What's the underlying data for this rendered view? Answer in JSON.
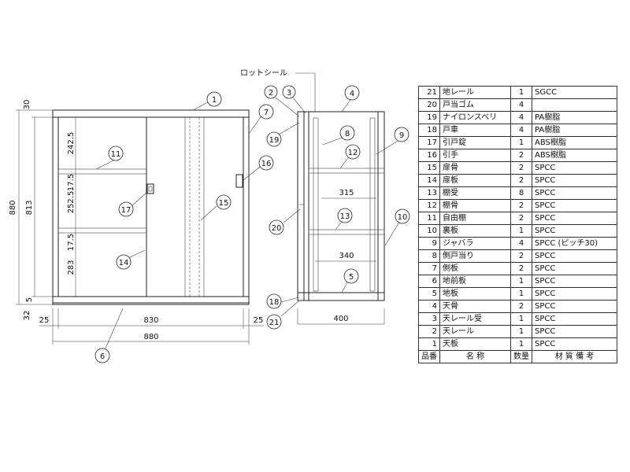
{
  "callout_label": "ロットシール",
  "dimensions": {
    "front_top_thickness": "30",
    "front_height_total": "880",
    "front_inner_height": "813",
    "front_bottom_5": "5",
    "front_bottom_32": "32",
    "front_left_margin": "25",
    "front_inner_width": "830",
    "front_right_margin": "25",
    "front_total_width": "880",
    "shelf_h1": "242.5",
    "shelf_gap1": "17.5",
    "shelf_h2": "252.5",
    "shelf_gap2": "17.5",
    "shelf_h3": "283",
    "side_dim_upper": "315",
    "side_dim_lower": "340",
    "side_depth": "400"
  },
  "balloons": {
    "b1": "1",
    "b2": "2",
    "b3": "3",
    "b4": "4",
    "b5": "5",
    "b6": "6",
    "b7": "7",
    "b8": "8",
    "b9": "9",
    "b10": "10",
    "b11": "11",
    "b12": "12",
    "b13": "13",
    "b14": "14",
    "b15": "15",
    "b16": "16",
    "b17": "17",
    "b18": "18",
    "b19": "19",
    "b20": "20",
    "b21": "21"
  },
  "parts_table": {
    "rows": [
      {
        "no": "21",
        "name": "地レール",
        "qty": "1",
        "material": "SGCC"
      },
      {
        "no": "20",
        "name": "戸当ゴム",
        "qty": "4",
        "material": ""
      },
      {
        "no": "19",
        "name": "ナイロンスベリ",
        "qty": "4",
        "material": "PA樹脂"
      },
      {
        "no": "18",
        "name": "戸車",
        "qty": "4",
        "material": "PA樹脂"
      },
      {
        "no": "17",
        "name": "引戸錠",
        "qty": "1",
        "material": "ABS樹脂"
      },
      {
        "no": "16",
        "name": "引手",
        "qty": "2",
        "material": "ABS樹脂"
      },
      {
        "no": "15",
        "name": "扉骨",
        "qty": "2",
        "material": "SPCC"
      },
      {
        "no": "14",
        "name": "扉板",
        "qty": "2",
        "material": "SPCC"
      },
      {
        "no": "13",
        "name": "棚受",
        "qty": "8",
        "material": "SPCC"
      },
      {
        "no": "12",
        "name": "棚骨",
        "qty": "2",
        "material": "SPCC"
      },
      {
        "no": "11",
        "name": "自由棚",
        "qty": "2",
        "material": "SPCC"
      },
      {
        "no": "10",
        "name": "裏板",
        "qty": "1",
        "material": "SPCC"
      },
      {
        "no": "9",
        "name": "ジャバラ",
        "qty": "4",
        "material": "SPCC (ピッチ30)"
      },
      {
        "no": "8",
        "name": "側戸当り",
        "qty": "2",
        "material": "SPCC"
      },
      {
        "no": "7",
        "name": "側板",
        "qty": "2",
        "material": "SPCC"
      },
      {
        "no": "6",
        "name": "地前板",
        "qty": "1",
        "material": "SPCC"
      },
      {
        "no": "5",
        "name": "地板",
        "qty": "1",
        "material": "SPCC"
      },
      {
        "no": "4",
        "name": "天骨",
        "qty": "2",
        "material": "SPCC"
      },
      {
        "no": "3",
        "name": "天レール受",
        "qty": "1",
        "material": "SPCC"
      },
      {
        "no": "2",
        "name": "天レール",
        "qty": "1",
        "material": "SPCC"
      },
      {
        "no": "1",
        "name": "天板",
        "qty": "1",
        "material": "SPCC"
      }
    ],
    "header": {
      "no": "品番",
      "name": "名 称",
      "qty": "数量",
      "material": "材 質 備 考"
    }
  }
}
